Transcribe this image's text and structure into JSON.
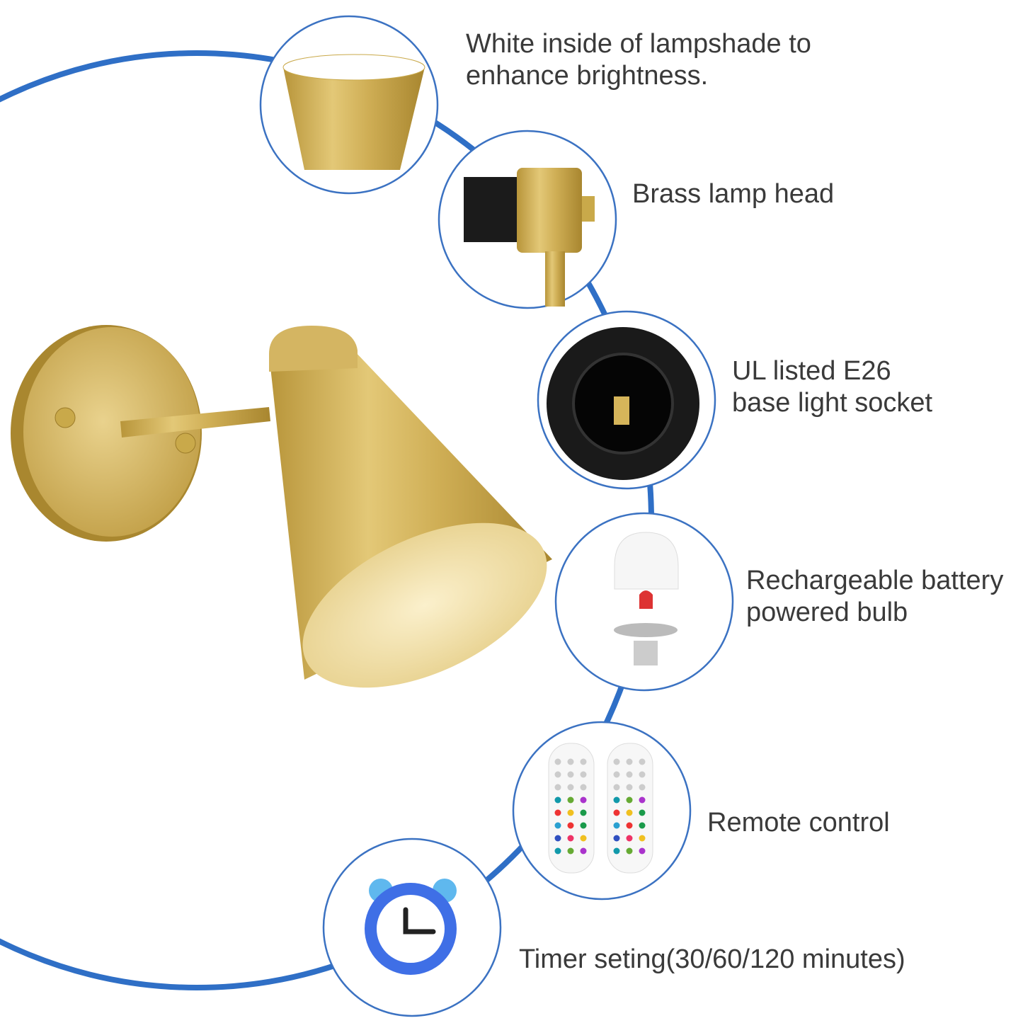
{
  "colors": {
    "arc": "#2f6fc6",
    "circle_stroke": "#3b72c2",
    "brass": "#c9a94a",
    "text": "#3a3a3a"
  },
  "features": [
    {
      "line1": "White inside of lampshade to",
      "line2": "enhance brightness.",
      "icon": "lampshade-icon"
    },
    {
      "line1": "Brass lamp head",
      "line2": "",
      "icon": "lamp-head-icon"
    },
    {
      "line1": "UL listed E26",
      "line2": "base light socket",
      "icon": "socket-icon"
    },
    {
      "line1": "Rechargeable battery",
      "line2": "powered bulb",
      "icon": "bulb-icon"
    },
    {
      "line1": "Remote control",
      "line2": "",
      "icon": "remote-icon"
    },
    {
      "line1": "Timer seting(30/60/120 minutes)",
      "line2": "",
      "icon": "alarm-clock-icon"
    }
  ]
}
